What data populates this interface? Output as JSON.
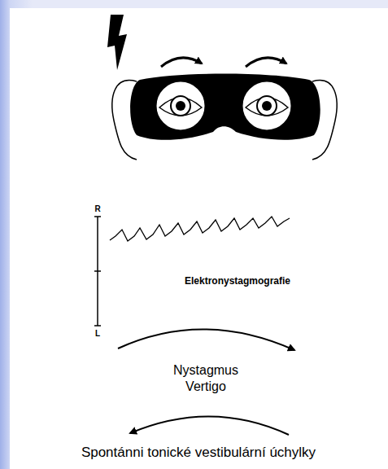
{
  "diagram": {
    "labels": [
      "R",
      "L",
      "Elektronystagmografie",
      "Nystagmus",
      "Vertigo",
      "Spontánni tonické vestibulární úchylky"
    ]
  }
}
